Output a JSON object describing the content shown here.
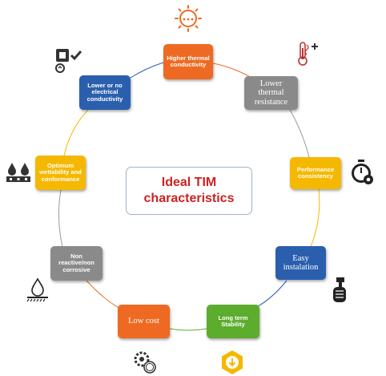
{
  "center": {
    "line1": "Ideal TIM",
    "line2": "characteristics"
  },
  "nodes": [
    {
      "id": "higher-thermal-conductivity",
      "label": "Higher thermal conductivity",
      "color": "#ee6a22",
      "icon": "heat-sun-icon"
    },
    {
      "id": "lower-thermal-resistance",
      "label": "Lower thermal resistance",
      "color": "#8a8a8a",
      "icon": "thermometer-plus-icon"
    },
    {
      "id": "performance-consistency",
      "label": "Performance consistency",
      "color": "#f5b800",
      "icon": "stopwatch-gear-icon"
    },
    {
      "id": "easy-installation",
      "label": "Easy instalation",
      "color": "#2a5fae",
      "icon": "hand-wrench-icon"
    },
    {
      "id": "long-term-stability",
      "label": "Long term Stability",
      "color": "#5cac2e",
      "icon": "hexagon-stability-icon"
    },
    {
      "id": "low-cost",
      "label": "Low cost",
      "color": "#ee6a22",
      "icon": "gears-coin-icon"
    },
    {
      "id": "non-reactive",
      "label": "Non reactive/non corrosive",
      "color": "#8a8a8a",
      "icon": "drop-surface-icon"
    },
    {
      "id": "wettability",
      "label": "Optimum wettability and conformance",
      "color": "#f5b800",
      "icon": "droplets-icon"
    },
    {
      "id": "electrical-conductivity",
      "label": "Lower or no electrical conductivity",
      "color": "#2a5fae",
      "icon": "circuit-plug-icon"
    }
  ]
}
